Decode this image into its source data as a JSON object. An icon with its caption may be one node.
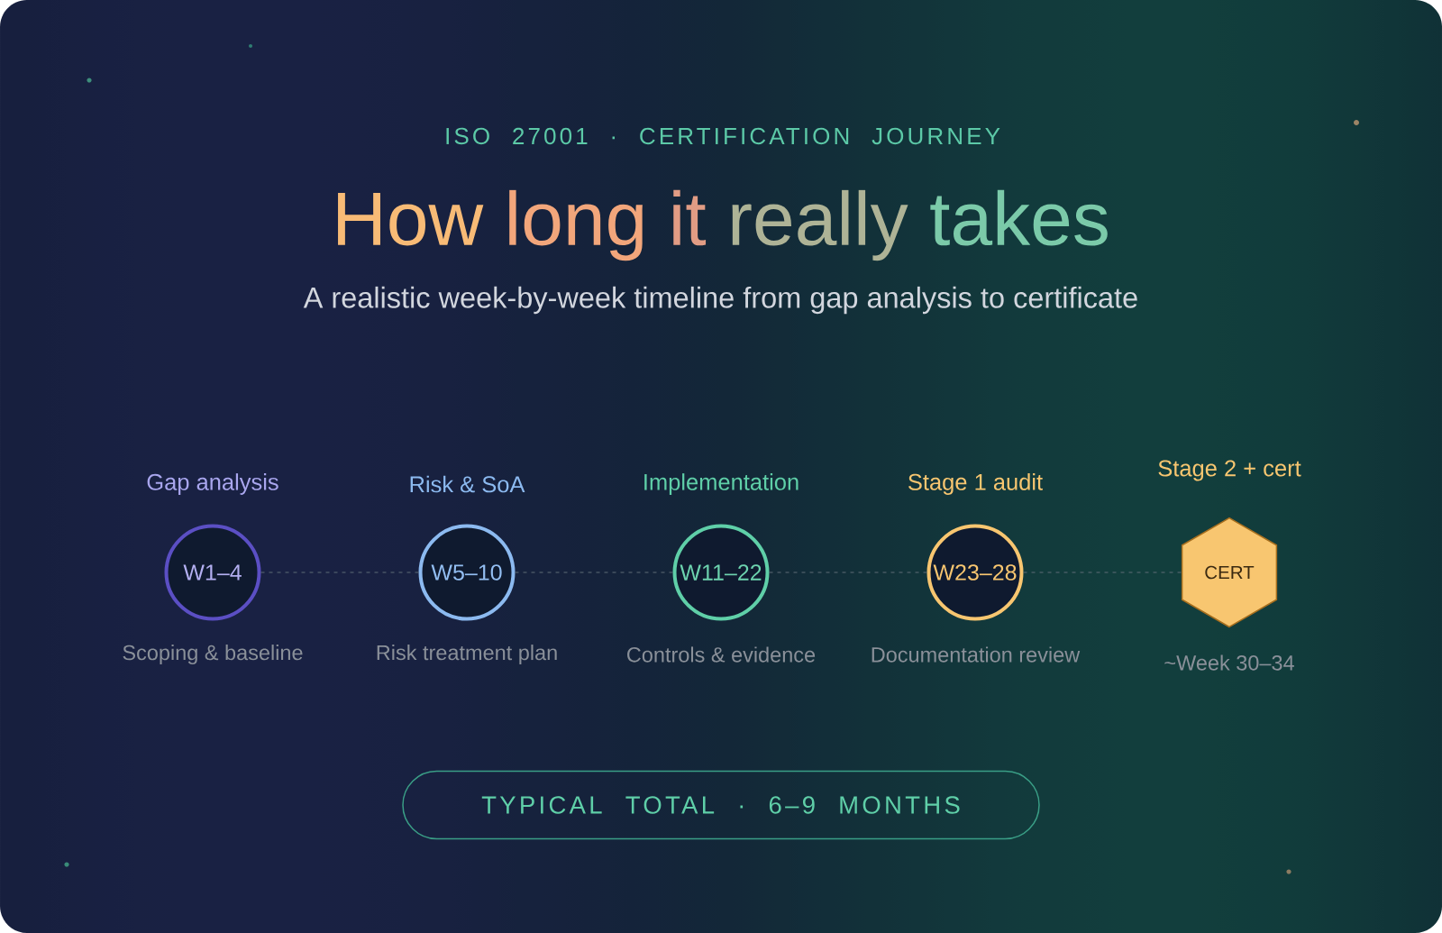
{
  "diagram": {
    "title": "How long it really takes",
    "nodes": [
      {
        "text": [
          "Gap analysis",
          "W1–4"
        ],
        "beside": [
          "Scoping & baseline"
        ]
      },
      {
        "text": [
          "Risk & SoA",
          "W5–10"
        ],
        "beside": [
          "Risk treatment plan"
        ]
      },
      {
        "text": [
          "Implementation",
          "W11–22"
        ],
        "beside": [
          "Controls & evidence"
        ]
      },
      {
        "text": [
          "Stage 1 audit",
          "W23–28"
        ],
        "beside": [
          "Documentation review"
        ]
      },
      {
        "text": [
          "Stage 2 + cert",
          "CERT"
        ],
        "beside": [
          "~Week 30–34"
        ]
      },
      {
        "text": [
          "TYPICAL TOTAL · 6–9 MONTHS"
        ]
      }
    ],
    "edges": [
      {
        "from": 0,
        "to": 1,
        "arrow": "none",
        "style": "dashed"
      },
      {
        "from": 1,
        "to": 2,
        "arrow": "none",
        "style": "dashed"
      },
      {
        "from": 2,
        "to": 3,
        "arrow": "none",
        "style": "dashed"
      },
      {
        "from": 3,
        "to": 4,
        "arrow": "none",
        "style": "dashed"
      }
    ],
    "labels": [
      "ISO 27001 · CERTIFICATION JOURNEY",
      "A realistic week-by-week timeline from gap analysis to certificate"
    ]
  }
}
